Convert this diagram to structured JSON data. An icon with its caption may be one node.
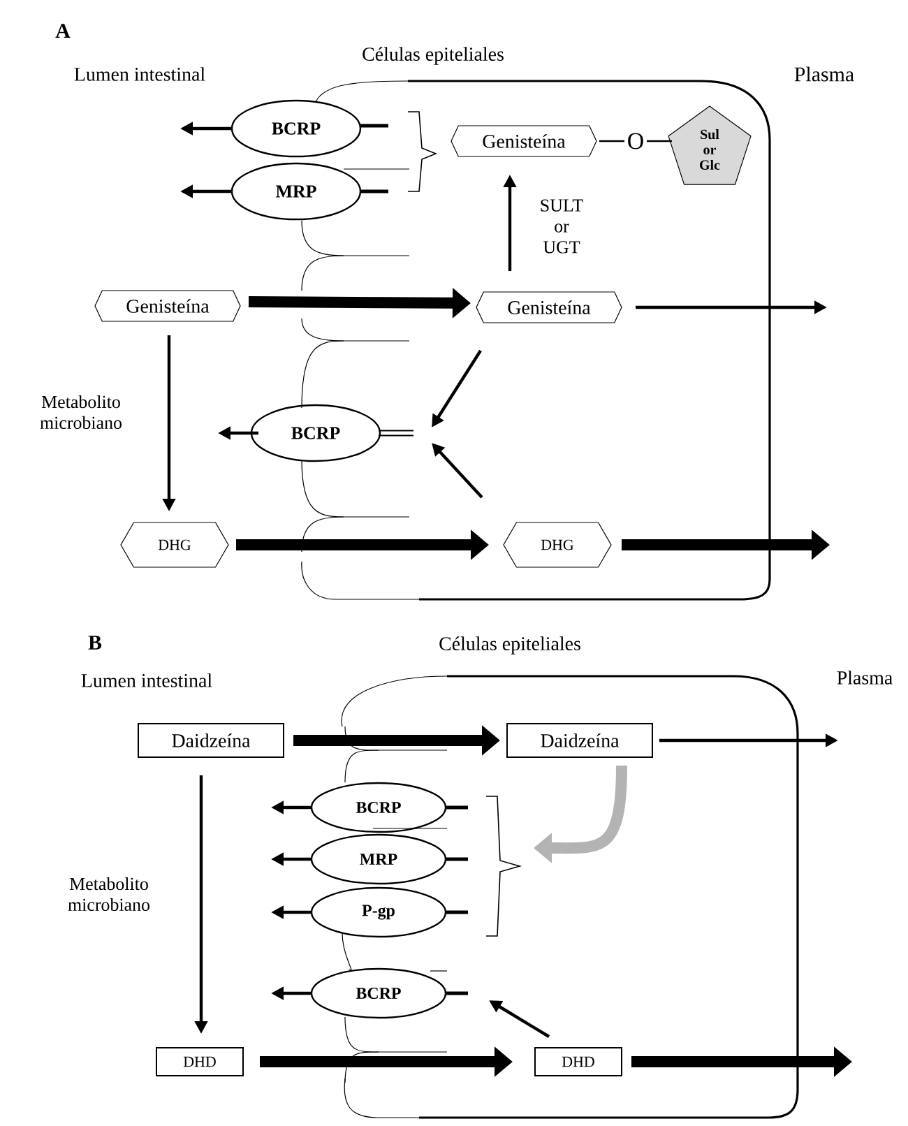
{
  "diagram": {
    "nodes": [
      {
        "text": [
          "BCRP"
        ]
      },
      {
        "text": [
          "MRP"
        ]
      },
      {
        "text": [
          "Genisteína"
        ]
      },
      {
        "text": [
          "O"
        ]
      },
      {
        "text": [
          "Sul or Glc"
        ]
      },
      {
        "text": [
          "Genisteína"
        ]
      },
      {
        "text": [
          "Genisteína"
        ]
      },
      {
        "text": [
          "BCRP"
        ]
      },
      {
        "text": [
          "DHG"
        ]
      },
      {
        "text": [
          "DHG"
        ]
      },
      {
        "text": [
          "Daidzeína"
        ]
      },
      {
        "text": [
          "Daidzeína"
        ]
      },
      {
        "text": [
          "BCRP"
        ]
      },
      {
        "text": [
          "MRP"
        ]
      },
      {
        "text": [
          "P-gp"
        ]
      },
      {
        "text": [
          "BCRP"
        ]
      },
      {
        "text": [
          "DHD"
        ]
      },
      {
        "text": [
          "DHD"
        ]
      }
    ],
    "edges": [
      {
        "from": 0,
        "to": null,
        "arrow": "to"
      },
      {
        "from": 1,
        "to": null,
        "arrow": "to"
      },
      {
        "from": 2,
        "to": 3,
        "arrow": "none"
      },
      {
        "from": 3,
        "to": 4,
        "arrow": "none"
      },
      {
        "from": 6,
        "to": 2,
        "arrow": "to",
        "label": "SULT or UGT"
      },
      {
        "from": 5,
        "to": 6,
        "arrow": "to",
        "style": "thick"
      },
      {
        "from": 6,
        "to": null,
        "arrow": "to"
      },
      {
        "from": 5,
        "to": 8,
        "arrow": "to",
        "label": "Metabolito microbiano"
      },
      {
        "from": 7,
        "to": null,
        "arrow": "to"
      },
      {
        "from": 6,
        "to": 7,
        "arrow": "to"
      },
      {
        "from": 9,
        "to": 7,
        "arrow": "to"
      },
      {
        "from": 8,
        "to": 9,
        "arrow": "to",
        "style": "thick"
      },
      {
        "from": 9,
        "to": null,
        "arrow": "to",
        "style": "thick"
      },
      {
        "from": 10,
        "to": 11,
        "arrow": "to",
        "style": "thick"
      },
      {
        "from": 11,
        "to": null,
        "arrow": "to"
      },
      {
        "from": 10,
        "to": 16,
        "arrow": "to",
        "label": "Metabolito microbiano"
      },
      {
        "from": 12,
        "to": null,
        "arrow": "to"
      },
      {
        "from": 13,
        "to": null,
        "arrow": "to"
      },
      {
        "from": 14,
        "to": null,
        "arrow": "to"
      },
      {
        "from": 15,
        "to": null,
        "arrow": "to"
      },
      {
        "from": 17,
        "to": 15,
        "arrow": "to"
      },
      {
        "from": 16,
        "to": 17,
        "arrow": "to",
        "style": "thick"
      },
      {
        "from": 17,
        "to": null,
        "arrow": "to",
        "style": "thick"
      },
      {
        "from": 11,
        "to": null,
        "arrow": "to",
        "style": "thick",
        "color": "#b3b3b3"
      }
    ],
    "labels": [
      "A",
      "Células epiteliales",
      "Lumen intestinal",
      "Plasma",
      "B",
      "Células epiteliales",
      "Lumen intestinal",
      "Plasma"
    ]
  }
}
